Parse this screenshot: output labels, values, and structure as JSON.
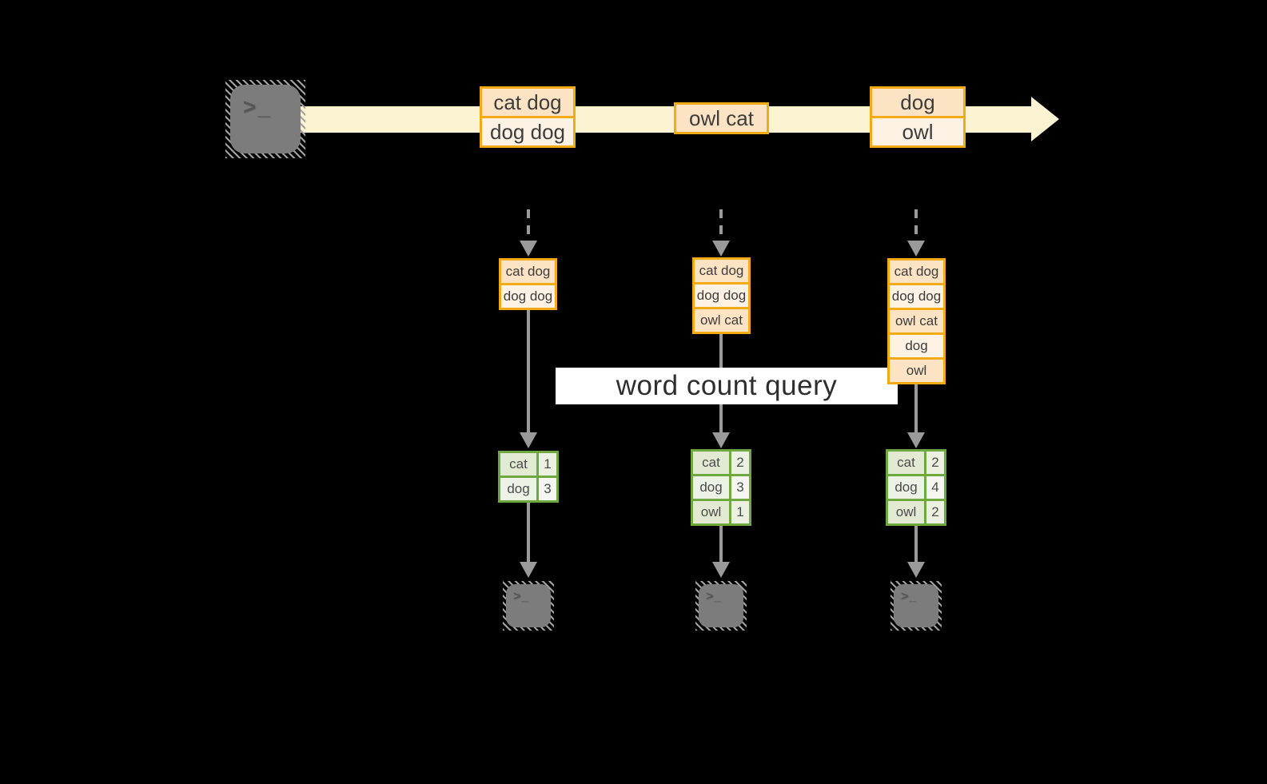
{
  "query_label": "word count query",
  "stream": {
    "source_icon": "terminal-icon",
    "prompt_glyph": ">_",
    "batches": [
      {
        "lines": [
          "cat dog",
          "dog dog"
        ]
      },
      {
        "lines": [
          "owl cat"
        ]
      },
      {
        "lines": [
          "dog",
          "owl"
        ]
      }
    ]
  },
  "columns": [
    {
      "micro_batch_state": [
        "cat dog",
        "dog dog"
      ],
      "word_counts": [
        {
          "word": "cat",
          "count": "1"
        },
        {
          "word": "dog",
          "count": "3"
        }
      ],
      "sink_icon": "terminal-icon"
    },
    {
      "micro_batch_state": [
        "cat dog",
        "dog dog",
        "owl cat"
      ],
      "word_counts": [
        {
          "word": "cat",
          "count": "2"
        },
        {
          "word": "dog",
          "count": "3"
        },
        {
          "word": "owl",
          "count": "1"
        }
      ],
      "sink_icon": "terminal-icon"
    },
    {
      "micro_batch_state": [
        "cat dog",
        "dog dog",
        "owl cat",
        "dog",
        "owl"
      ],
      "word_counts": [
        {
          "word": "cat",
          "count": "2"
        },
        {
          "word": "dog",
          "count": "4"
        },
        {
          "word": "owl",
          "count": "2"
        }
      ],
      "sink_icon": "terminal-icon"
    }
  ],
  "colors": {
    "background": "#000000",
    "stream_band": "#fcf3d2",
    "box_border": "#f2ab16",
    "box_fill_dark": "#fbe3c3",
    "box_fill_light": "#fdf2e4",
    "table_border": "#6ea83e",
    "table_fill_dark": "#e2ead3",
    "table_fill_light": "#edf2e6",
    "arrow_gray": "#9a9a9a",
    "terminal_gray": "#7c7c7c",
    "query_band_bg": "#ffffff",
    "text": "#3d3d3d"
  }
}
